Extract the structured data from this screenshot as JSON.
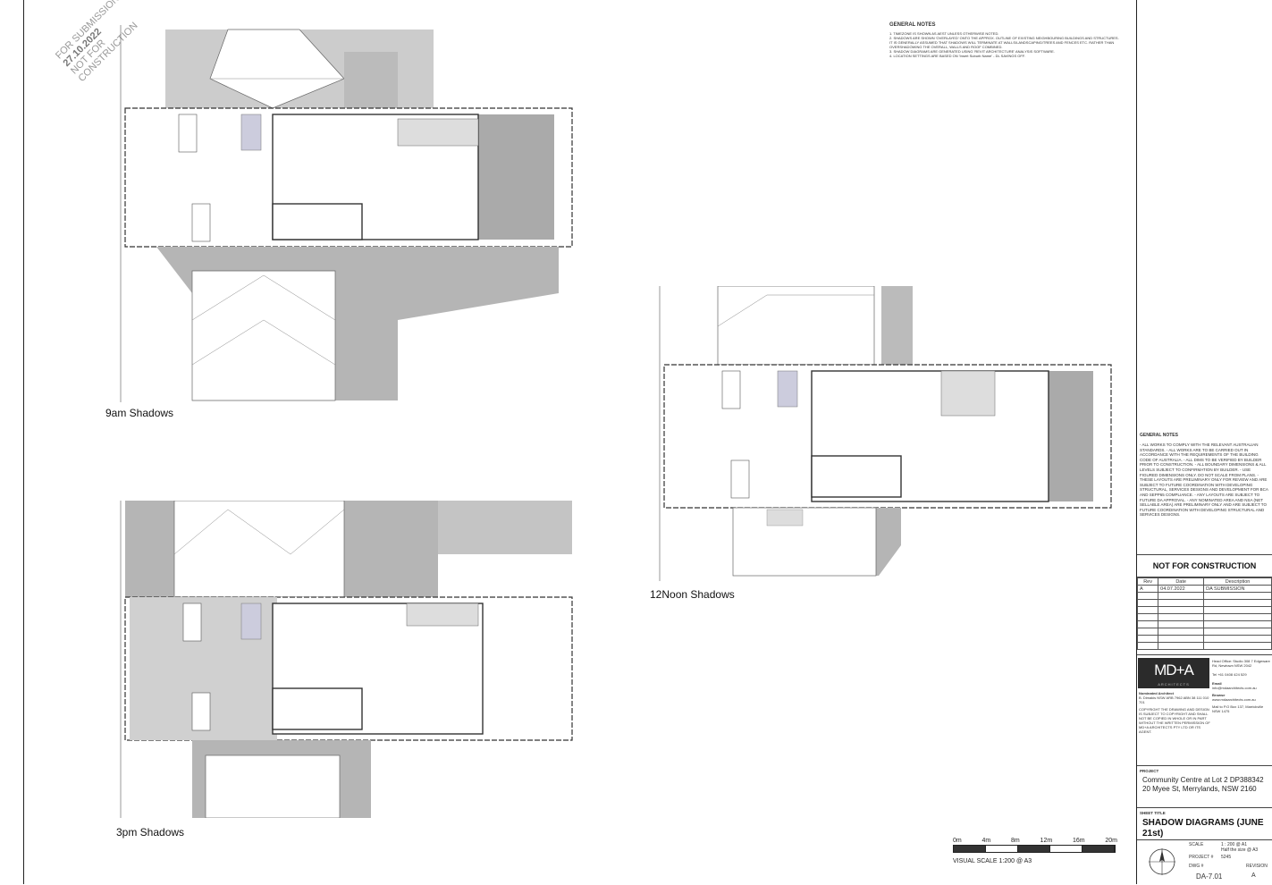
{
  "stamp": {
    "line1": "FOR SUBMISSION",
    "date": "27.10.2022",
    "line2": "NOT FOR CONSTRUCTION"
  },
  "plans": [
    {
      "label": "9am Shadows"
    },
    {
      "label": "12Noon Shadows"
    },
    {
      "label": "3pm Shadows"
    }
  ],
  "general_notes_top": {
    "title": "GENERAL NOTES",
    "lines": [
      "1. TIMEZONE IS SHOWN AS AEST UNLESS OTHERWISE NOTED.",
      "2. SHADOWS ARE SHOWN 'OVERLAYED' ONTO THE APPROX. OUTLINE OF EXISTING NEIGHBOURING BUILDINGS AND STRUCTURES. IT IS GENERALLY ASSUMED THAT SHADOWS WILL TERMINATE AT WALLS/LANDSCAPING/TREES AND FENCES ETC. RATHER THAN OVERSHADOWING THE OVERALL, WALLS AND ROOF COMBINED.",
      "3. SHADOW DIAGRAMS ARE GENERATED USING 'REVIT ARCHITECTURE' ANALYSIS SOFTWARE.",
      "4. LOCATION SETTINGS ARE BASED ON 'Insert Suburb Name' - DL SAVINGS OFF."
    ]
  },
  "scale": {
    "ticks": [
      "0m",
      "4m",
      "8m",
      "12m",
      "16m",
      "20m"
    ],
    "caption": "VISUAL SCALE 1:200 @ A3"
  },
  "titleblock": {
    "notes_head": "GENERAL NOTES",
    "notes_body": "- ALL WORKS TO COMPLY WITH THE RELEVANT AUSTRALIAN STANDARDS. - ALL WORKS ARE TO BE CARRIED OUT IN ACCORDANCE WITH THE REQUIREMENTS OF THE BUILDING CODE OF AUSTRALIA. - ALL DIMS TO BE VERIFIED BY BUILDER PRIOR TO CONSTRUCTION. - ALL BOUNDARY DIMENSIONS & ALL LEVELS SUBJECT TO CONFIRMATION BY BUILDER. - USE FIGURED DIMENSIONS ONLY. DO NOT SCALE FROM PLANS. - THESE LAYOUTS ARE PRELIMINARY ONLY FOR REVIEW AND ARE SUBJECT TO FUTURE COORDINATION WITH DEVELOPING STRUCTURAL, SERVICES DESIGNS AND DEVELOPMENT FOR BCA AND SEPP65 COMPLIANCE. - ANY LAYOUTS ARE SUBJECT TO FUTURE DA APPROVAL. - ANY NOMINATED AREA AND NSA (NET SELLABLE AREA) ARE PRELIMINARY ONLY AND ARE SUBJECT TO FUTURE COORDINATION WITH DEVELOPING STRUCTURAL AND SERVICES DESIGNS.",
    "nfc": "NOT FOR CONSTRUCTION",
    "rev_headers": [
      "Rev",
      "Date",
      "Description"
    ],
    "rev_rows": [
      [
        "A",
        "04.07.2022",
        "DA SUBMISSION"
      ]
    ],
    "logo": "MD+A",
    "logo_sub": "ARCHITECTS",
    "head_office": "Head Office: Studio 308 7 Edgeware Rd, Newtown NSW 2042",
    "tel": "Tel +61 0408 424 529",
    "email_label": "Email",
    "email": "info@mdaarchitects.com.au",
    "browse_label": "Browse",
    "browse": "www.mdaarchitects.com.au",
    "mail": "Mail to P.O Box 137, Marrickville NSW 1475",
    "nominated": "Nominated Architect",
    "nominated_val": "B. Dimakis  NSW ARB 7962  ABN 38 111 010 701",
    "copyright": "COPYRIGHT THE DRAWING AND DESIGN IS SUBJECT TO COPYRIGHT AND SHALL NOT BE COPIED IN WHOLE OR IN PART WITHOUT THE WRITTEN PERMISSION OF MD+A ARCHITECTS PTY LTD OR ITS AGENT.",
    "project_label": "PROJECT",
    "project_line1": "Community Centre at Lot 2 DP388342",
    "project_line2": "20 Myee St, Merrylands, NSW 2160",
    "sheet_label": "SHEET TITLE",
    "sheet_title": "SHADOW DIAGRAMS (JUNE 21st)",
    "scale_label": "SCALE",
    "scale_val": "1 : 200   @ A1",
    "scale_half": "Half the size @ A3",
    "project_no_label": "PROJECT #",
    "project_no": "5245",
    "dwg_label": "DWG #",
    "dwg": "DA-7.01",
    "revision_label": "REVISION",
    "revision": "A"
  }
}
